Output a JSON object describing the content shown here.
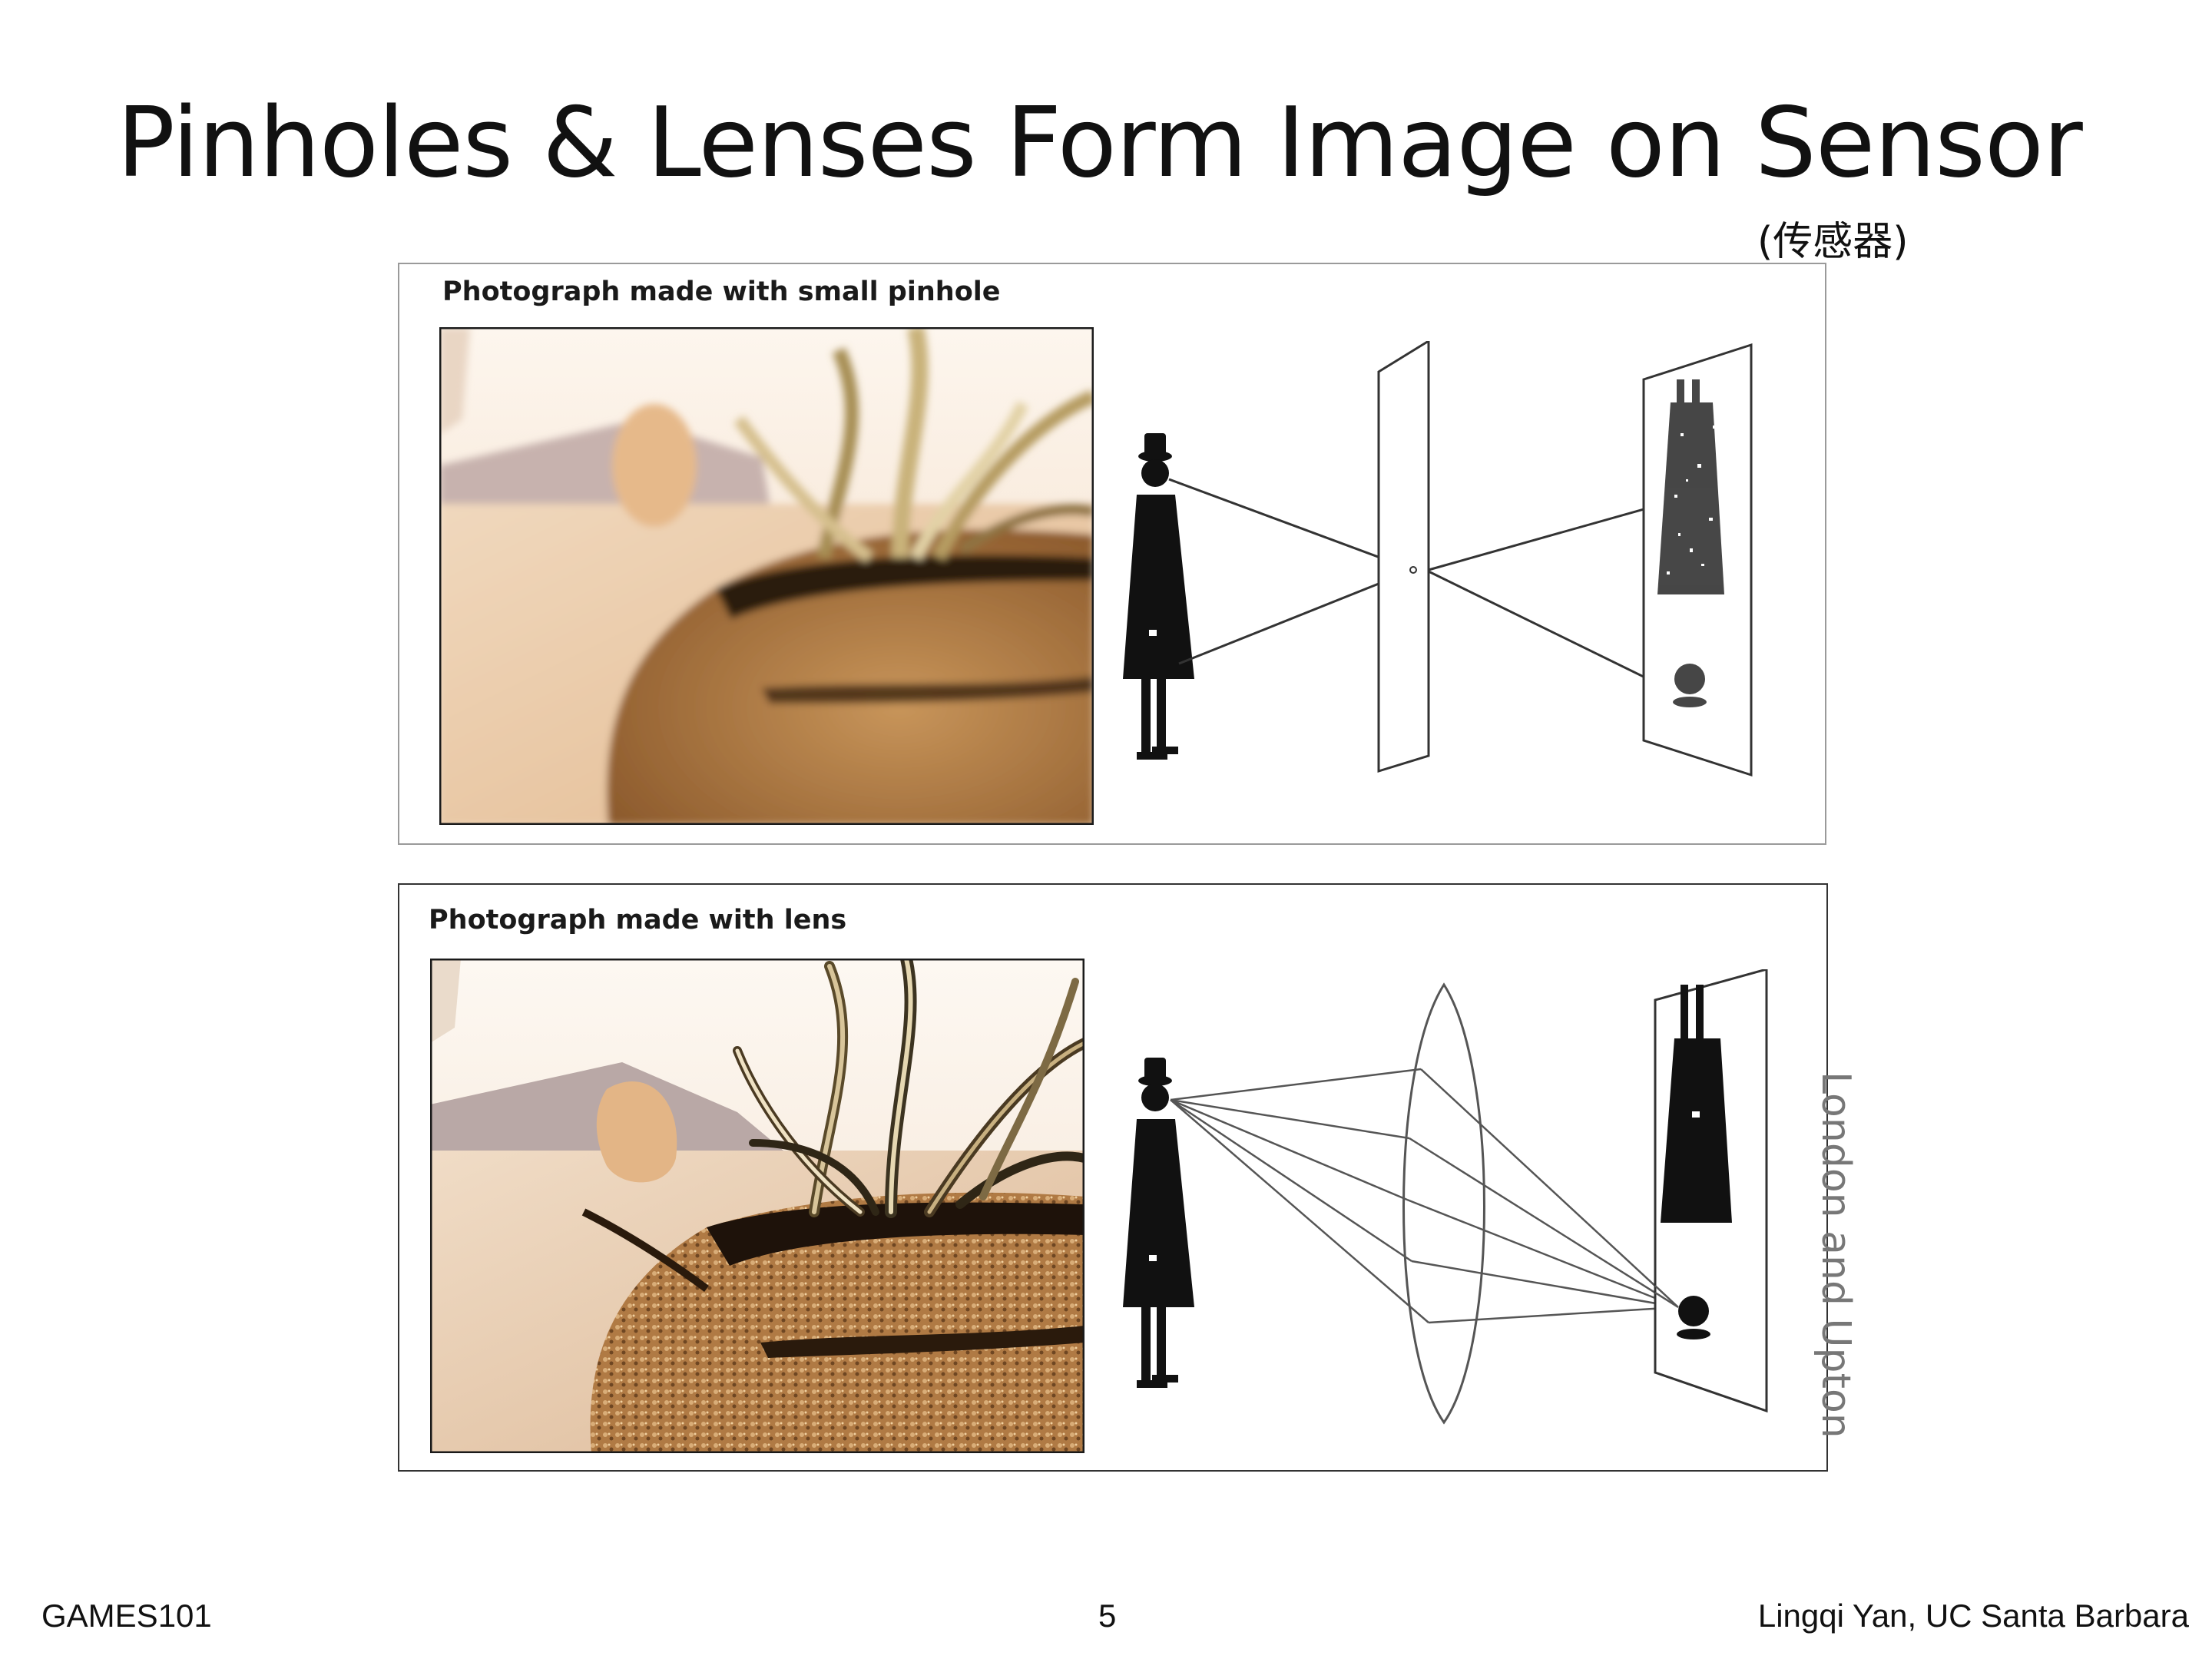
{
  "slide": {
    "title": "Pinholes & Lenses Form Image on Sensor",
    "subtitle": "(传感器)"
  },
  "panels": {
    "pinhole": {
      "caption": "Photograph made with small pinhole"
    },
    "lens": {
      "caption": "Photograph made with lens"
    }
  },
  "credit": "London and Upton",
  "footer": {
    "left": "GAMES101",
    "page": "5",
    "right": "Lingqi Yan, UC Santa Barbara"
  },
  "colors": {
    "sand": "#e8c9a6",
    "gravel": "#b8844a",
    "shadow": "#2a1a0c",
    "sky": "#fbf3ea",
    "ink": "#1a1a1a"
  }
}
